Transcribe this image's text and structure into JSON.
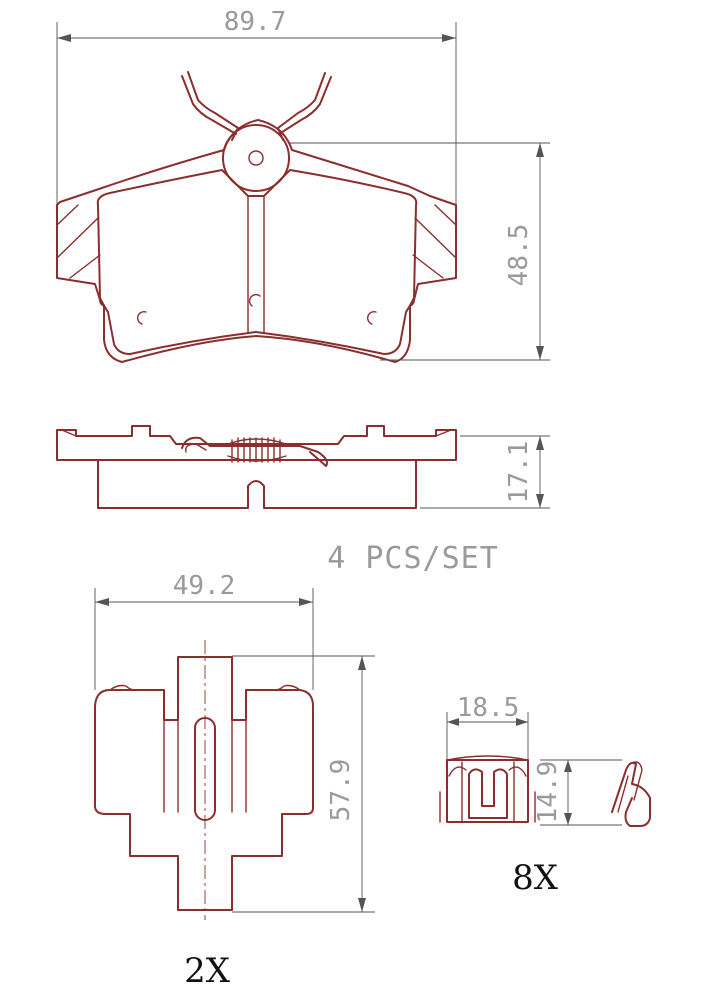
{
  "dimensions": {
    "pad_width": "89.7",
    "pad_height": "48.5",
    "pad_thickness": "17.1",
    "shim_width": "49.2",
    "shim_height": "57.9",
    "clip_width": "18.5",
    "clip_height": "14.9"
  },
  "labels": {
    "set_count": "4 PCS/SET",
    "shim_quantity": "2X",
    "clip_quantity": "8X"
  },
  "colors": {
    "part_outline": "#8b2e2e",
    "dimension_line": "#555555",
    "dimension_text": "#9a9a9a",
    "quantity_text": "#111111"
  }
}
